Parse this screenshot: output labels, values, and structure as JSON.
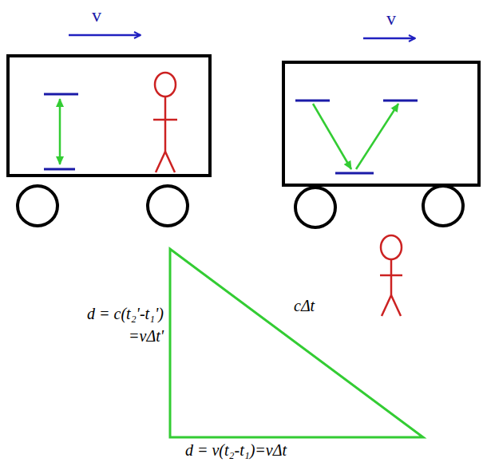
{
  "diagram": {
    "labels": [
      "v",
      "v",
      "d = c(t₂'-t₁')",
      "=vΔt'",
      "cΔt",
      "d = v(t₂-t₁)=vΔt"
    ]
  }
}
